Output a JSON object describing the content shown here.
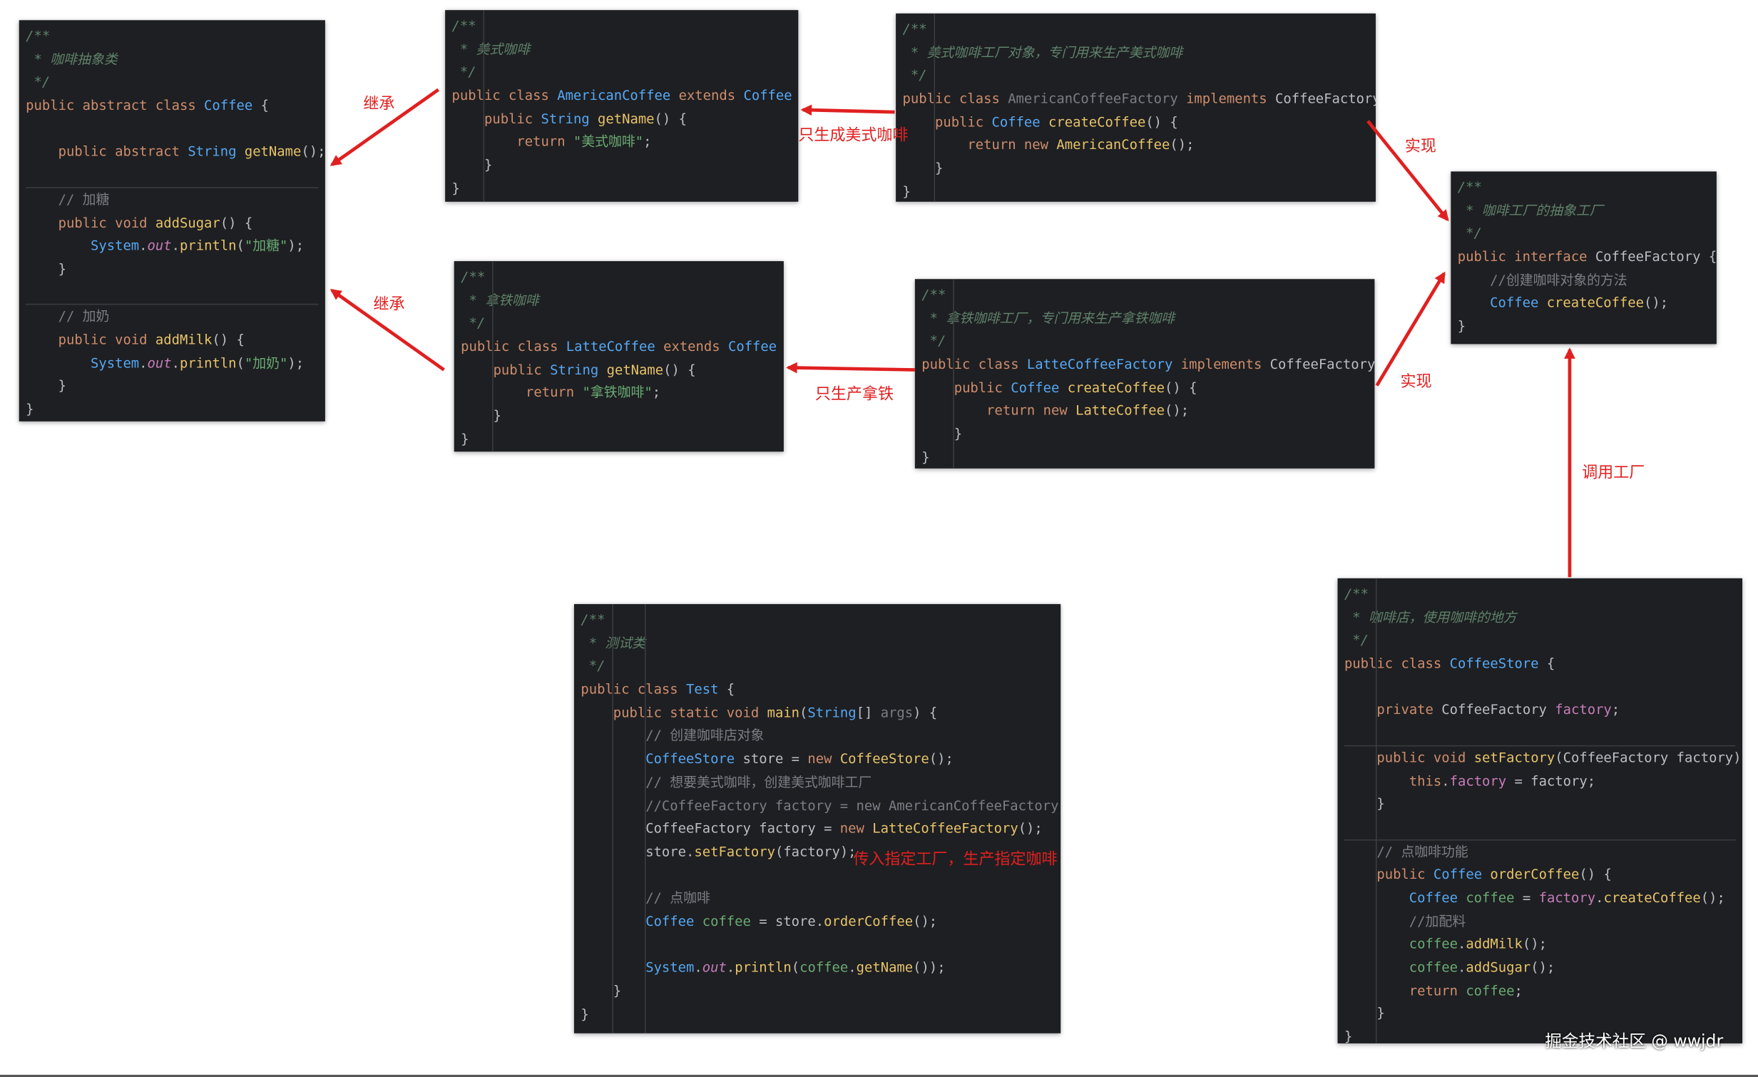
{
  "colors": {
    "code_background": "#1e1f22",
    "arrow": "#e02020",
    "annotation_text": "#e02020"
  },
  "blocks": [
    {
      "id": "coffee",
      "lines": [
        [
          [
            "dc",
            "/**"
          ]
        ],
        [
          [
            "dc",
            " * 咖啡抽象类"
          ]
        ],
        [
          [
            "dc",
            " */"
          ]
        ],
        [
          [
            "kw",
            "public abstract class "
          ],
          [
            "ty",
            "Coffee"
          ],
          [
            "nm",
            " {"
          ]
        ],
        [],
        [
          [
            "nm",
            "    "
          ],
          [
            "kw",
            "public abstract "
          ],
          [
            "ty",
            "String "
          ],
          [
            "mt",
            "getName"
          ],
          [
            "nm",
            "();"
          ]
        ],
        [],
        [
          [
            "cm",
            "    // 加糖"
          ]
        ],
        [
          [
            "nm",
            "    "
          ],
          [
            "kw",
            "public void "
          ],
          [
            "mt",
            "addSugar"
          ],
          [
            "nm",
            "() {"
          ]
        ],
        [
          [
            "nm",
            "        "
          ],
          [
            "ty",
            "System"
          ],
          [
            "nm",
            "."
          ],
          [
            "sy",
            "out"
          ],
          [
            "nm",
            "."
          ],
          [
            "mt",
            "println"
          ],
          [
            "nm",
            "("
          ],
          [
            "st",
            "\"加糖\""
          ],
          [
            "nm",
            ");"
          ]
        ],
        [
          [
            "nm",
            "    }"
          ]
        ],
        [],
        [
          [
            "cm",
            "    // 加奶"
          ]
        ],
        [
          [
            "nm",
            "    "
          ],
          [
            "kw",
            "public void "
          ],
          [
            "mt",
            "addMilk"
          ],
          [
            "nm",
            "() {"
          ]
        ],
        [
          [
            "nm",
            "        "
          ],
          [
            "ty",
            "System"
          ],
          [
            "nm",
            "."
          ],
          [
            "sy",
            "out"
          ],
          [
            "nm",
            "."
          ],
          [
            "mt",
            "println"
          ],
          [
            "nm",
            "("
          ],
          [
            "st",
            "\"加奶\""
          ],
          [
            "nm",
            ");"
          ]
        ],
        [
          [
            "nm",
            "    }"
          ]
        ],
        [
          [
            "nm",
            "}"
          ]
        ]
      ]
    },
    {
      "id": "american-coffee",
      "lines": [
        [
          [
            "dc",
            "/**"
          ]
        ],
        [
          [
            "dc",
            " * 美式咖啡"
          ]
        ],
        [
          [
            "dc",
            " */"
          ]
        ],
        [
          [
            "kw",
            "public class "
          ],
          [
            "fn",
            "AmericanCoffee"
          ],
          [
            "kw",
            " extends "
          ],
          [
            "ty",
            "Coffee"
          ],
          [
            "nm",
            " {"
          ]
        ],
        [
          [
            "nm",
            "    "
          ],
          [
            "kw",
            "public "
          ],
          [
            "ty",
            "String "
          ],
          [
            "mt",
            "getName"
          ],
          [
            "nm",
            "() {"
          ]
        ],
        [
          [
            "nm",
            "        "
          ],
          [
            "kw",
            "return "
          ],
          [
            "st",
            "\"美式咖啡\""
          ],
          [
            "nm",
            ";"
          ]
        ],
        [
          [
            "nm",
            "    }"
          ]
        ],
        [
          [
            "nm",
            "}"
          ]
        ]
      ]
    },
    {
      "id": "american-coffee-factory",
      "lines": [
        [
          [
            "dc",
            "/**"
          ]
        ],
        [
          [
            "dc",
            " * 美式咖啡工厂对象，专门用来生产美式咖啡"
          ]
        ],
        [
          [
            "dc",
            " */"
          ]
        ],
        [
          [
            "kw",
            "public class "
          ],
          [
            "cm",
            "AmericanCoffeeFactory"
          ],
          [
            "kw",
            " implements "
          ],
          [
            "nm",
            "CoffeeFactory {"
          ]
        ],
        [
          [
            "nm",
            "    "
          ],
          [
            "kw",
            "public "
          ],
          [
            "ty",
            "Coffee "
          ],
          [
            "mt",
            "createCoffee"
          ],
          [
            "nm",
            "() {"
          ]
        ],
        [
          [
            "nm",
            "        "
          ],
          [
            "kw",
            "return new "
          ],
          [
            "mt",
            "AmericanCoffee"
          ],
          [
            "nm",
            "();"
          ]
        ],
        [
          [
            "nm",
            "    }"
          ]
        ],
        [
          [
            "nm",
            "}"
          ]
        ]
      ]
    },
    {
      "id": "latte-coffee",
      "lines": [
        [
          [
            "dc",
            "/**"
          ]
        ],
        [
          [
            "dc",
            " * 拿铁咖啡"
          ]
        ],
        [
          [
            "dc",
            " */"
          ]
        ],
        [
          [
            "kw",
            "public class "
          ],
          [
            "fn",
            "LatteCoffee"
          ],
          [
            "kw",
            " extends "
          ],
          [
            "ty",
            "Coffee"
          ],
          [
            "nm",
            " {"
          ]
        ],
        [
          [
            "nm",
            "    "
          ],
          [
            "kw",
            "public "
          ],
          [
            "ty",
            "String "
          ],
          [
            "mt",
            "getName"
          ],
          [
            "nm",
            "() {"
          ]
        ],
        [
          [
            "nm",
            "        "
          ],
          [
            "kw",
            "return "
          ],
          [
            "st",
            "\"拿铁咖啡\""
          ],
          [
            "nm",
            ";"
          ]
        ],
        [
          [
            "nm",
            "    }"
          ]
        ],
        [
          [
            "nm",
            "}"
          ]
        ]
      ]
    },
    {
      "id": "latte-coffee-factory",
      "lines": [
        [
          [
            "dc",
            "/**"
          ]
        ],
        [
          [
            "dc",
            " * 拿铁咖啡工厂，专门用来生产拿铁咖啡"
          ]
        ],
        [
          [
            "dc",
            " */"
          ]
        ],
        [
          [
            "kw",
            "public class "
          ],
          [
            "fn",
            "LatteCoffeeFactory"
          ],
          [
            "kw",
            " implements "
          ],
          [
            "nm",
            "CoffeeFactory {"
          ]
        ],
        [
          [
            "nm",
            "    "
          ],
          [
            "kw",
            "public "
          ],
          [
            "ty",
            "Coffee "
          ],
          [
            "mt",
            "createCoffee"
          ],
          [
            "nm",
            "() {"
          ]
        ],
        [
          [
            "nm",
            "        "
          ],
          [
            "kw",
            "return new "
          ],
          [
            "mt",
            "LatteCoffee"
          ],
          [
            "nm",
            "();"
          ]
        ],
        [
          [
            "nm",
            "    }"
          ]
        ],
        [
          [
            "nm",
            "}"
          ]
        ]
      ]
    },
    {
      "id": "coffee-factory",
      "lines": [
        [
          [
            "dc",
            "/**"
          ]
        ],
        [
          [
            "dc",
            " * 咖啡工厂的抽象工厂"
          ]
        ],
        [
          [
            "dc",
            " */"
          ]
        ],
        [
          [
            "kw",
            "public interface "
          ],
          [
            "nm",
            "CoffeeFactory {"
          ]
        ],
        [
          [
            "cm",
            "    //创建咖啡对象的方法"
          ]
        ],
        [
          [
            "nm",
            "    "
          ],
          [
            "ty",
            "Coffee "
          ],
          [
            "mt",
            "createCoffee"
          ],
          [
            "nm",
            "();"
          ]
        ],
        [
          [
            "nm",
            "}"
          ]
        ]
      ]
    },
    {
      "id": "test",
      "lines": [
        [
          [
            "dc",
            "/**"
          ]
        ],
        [
          [
            "dc",
            " * 测试类"
          ]
        ],
        [
          [
            "dc",
            " */"
          ]
        ],
        [
          [
            "kw",
            "public class "
          ],
          [
            "fn",
            "Test"
          ],
          [
            "nm",
            " {"
          ]
        ],
        [
          [
            "nm",
            "    "
          ],
          [
            "kw",
            "public static void "
          ],
          [
            "mt",
            "main"
          ],
          [
            "nm",
            "("
          ],
          [
            "ty",
            "String"
          ],
          [
            "nm",
            "[] "
          ],
          [
            "pa",
            "args"
          ],
          [
            "nm",
            ") {"
          ]
        ],
        [
          [
            "cm",
            "        // 创建咖啡店对象"
          ]
        ],
        [
          [
            "nm",
            "        "
          ],
          [
            "ty",
            "CoffeeStore "
          ],
          [
            "nm",
            "store = "
          ],
          [
            "kw",
            "new "
          ],
          [
            "mt",
            "CoffeeStore"
          ],
          [
            "nm",
            "();"
          ]
        ],
        [
          [
            "cm",
            "        // 想要美式咖啡，创建美式咖啡工厂"
          ]
        ],
        [
          [
            "cm",
            "        //CoffeeFactory factory = new AmericanCoffeeFactory();"
          ]
        ],
        [
          [
            "nm",
            "        CoffeeFactory factory = "
          ],
          [
            "kw",
            "new "
          ],
          [
            "mt",
            "LatteCoffeeFactory"
          ],
          [
            "nm",
            "();"
          ]
        ],
        [
          [
            "nm",
            "        store."
          ],
          [
            "mt",
            "setFactory"
          ],
          [
            "nm",
            "(factory);"
          ]
        ],
        [],
        [
          [
            "cm",
            "        // 点咖啡"
          ]
        ],
        [
          [
            "nm",
            "        "
          ],
          [
            "ty",
            "Coffee "
          ],
          [
            "st",
            "coffee"
          ],
          [
            "nm",
            " = store."
          ],
          [
            "mt",
            "orderCoffee"
          ],
          [
            "nm",
            "();"
          ]
        ],
        [],
        [
          [
            "nm",
            "        "
          ],
          [
            "ty",
            "System"
          ],
          [
            "nm",
            "."
          ],
          [
            "sy",
            "out"
          ],
          [
            "nm",
            "."
          ],
          [
            "mt",
            "println"
          ],
          [
            "nm",
            "("
          ],
          [
            "st",
            "coffee"
          ],
          [
            "nm",
            "."
          ],
          [
            "mt",
            "getName"
          ],
          [
            "nm",
            "());"
          ]
        ],
        [
          [
            "nm",
            "    }"
          ]
        ],
        [
          [
            "nm",
            "}"
          ]
        ]
      ]
    },
    {
      "id": "coffee-store",
      "lines": [
        [
          [
            "dc",
            "/**"
          ]
        ],
        [
          [
            "dc",
            " * 咖啡店，使用咖啡的地方"
          ]
        ],
        [
          [
            "dc",
            " */"
          ]
        ],
        [
          [
            "kw",
            "public class "
          ],
          [
            "fn",
            "CoffeeStore"
          ],
          [
            "nm",
            " {"
          ]
        ],
        [],
        [
          [
            "nm",
            "    "
          ],
          [
            "kw",
            "private "
          ],
          [
            "nm",
            "CoffeeFactory "
          ],
          [
            "fd",
            "factory"
          ],
          [
            "nm",
            ";"
          ]
        ],
        [],
        [
          [
            "nm",
            "    "
          ],
          [
            "kw",
            "public void "
          ],
          [
            "mt",
            "setFactory"
          ],
          [
            "nm",
            "(CoffeeFactory factory) {"
          ]
        ],
        [
          [
            "nm",
            "        "
          ],
          [
            "kw",
            "this"
          ],
          [
            "nm",
            "."
          ],
          [
            "fd",
            "factory"
          ],
          [
            "nm",
            " = factory;"
          ]
        ],
        [
          [
            "nm",
            "    }"
          ]
        ],
        [],
        [
          [
            "cm",
            "    // 点咖啡功能"
          ]
        ],
        [
          [
            "nm",
            "    "
          ],
          [
            "kw",
            "public "
          ],
          [
            "ty",
            "Coffee "
          ],
          [
            "mt",
            "orderCoffee"
          ],
          [
            "nm",
            "() {"
          ]
        ],
        [
          [
            "nm",
            "        "
          ],
          [
            "ty",
            "Coffee "
          ],
          [
            "st",
            "coffee"
          ],
          [
            "nm",
            " = "
          ],
          [
            "fd",
            "factory"
          ],
          [
            "nm",
            "."
          ],
          [
            "mt",
            "createCoffee"
          ],
          [
            "nm",
            "();"
          ]
        ],
        [
          [
            "cm",
            "        //加配料"
          ]
        ],
        [
          [
            "nm",
            "        "
          ],
          [
            "st",
            "coffee"
          ],
          [
            "nm",
            "."
          ],
          [
            "mt",
            "addMilk"
          ],
          [
            "nm",
            "();"
          ]
        ],
        [
          [
            "nm",
            "        "
          ],
          [
            "st",
            "coffee"
          ],
          [
            "nm",
            "."
          ],
          [
            "mt",
            "addSugar"
          ],
          [
            "nm",
            "();"
          ]
        ],
        [
          [
            "nm",
            "        "
          ],
          [
            "kw",
            "return "
          ],
          [
            "st",
            "coffee"
          ],
          [
            "nm",
            ";"
          ]
        ],
        [
          [
            "nm",
            "    }"
          ]
        ],
        [
          [
            "nm",
            "}"
          ]
        ]
      ]
    }
  ],
  "annotations": {
    "inherit_top": "继承",
    "inherit_bottom": "继承",
    "only_american": "只生成美式咖啡",
    "only_latte": "只生产拿铁",
    "implement_top": "实现",
    "implement_bottom": "实现",
    "call_factory": "调用工厂",
    "pass_factory": "传入指定工厂，生产指定咖啡"
  },
  "watermark": "掘金技术社区 @ wwjdr"
}
